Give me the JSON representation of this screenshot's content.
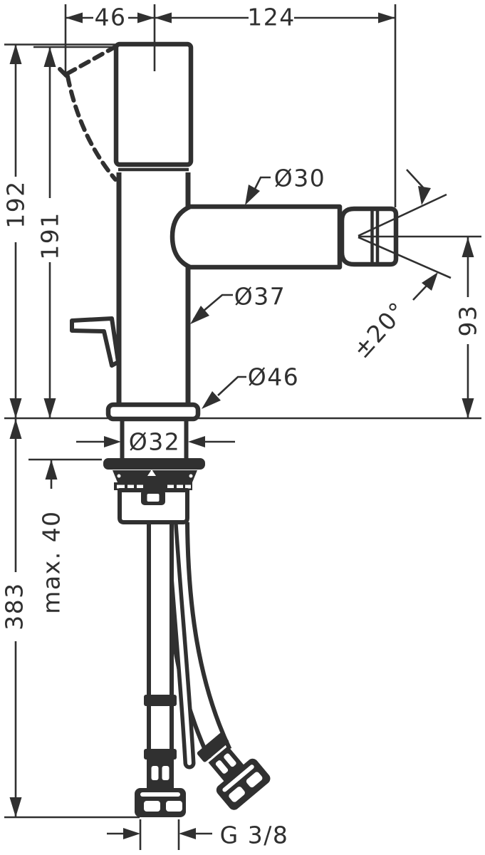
{
  "drawing": {
    "type": "technical-dimension-drawing",
    "subject": "single-lever bidet mixer faucet, side elevation with mounting hardware and supply hoses",
    "background_color": "#ffffff",
    "line_color": "#303030",
    "labels": {
      "handle_width": "46",
      "reach": "124",
      "height_to_spout_top": "192",
      "height_to_handle_top": "191",
      "spout_diameter": "Ø30",
      "body_diameter": "Ø37",
      "base_diameter": "Ø46",
      "shank_diameter": "Ø32",
      "spout_swivel_range": "±20°",
      "spout_height_above_rim": "93",
      "max_mounting_thickness": "max. 40",
      "height_below_rim": "383",
      "hose_connection_thread": "G 3/8"
    }
  }
}
